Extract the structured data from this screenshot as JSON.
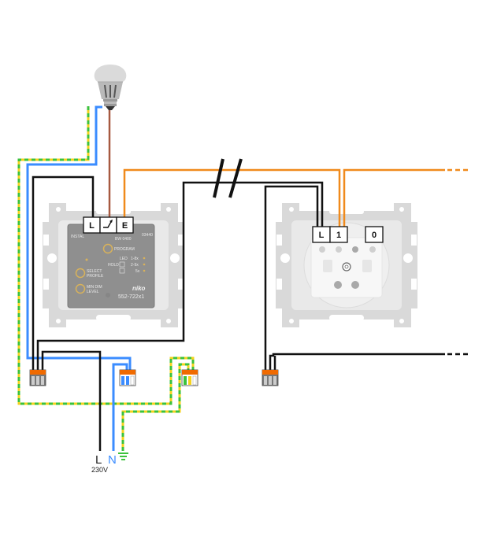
{
  "diagram": {
    "title": "",
    "colors": {
      "live": "#111111",
      "neutral": "#3b8cff",
      "earth_a": "#f5d21e",
      "earth_b": "#3cc23c",
      "switched": "#f08a1c",
      "load": "#b5654a",
      "connector": "#f06a00",
      "frame": "#d8d8d8",
      "module": "#8e8e8e"
    },
    "dimmer": {
      "terminals": [
        "L",
        "↗",
        "E"
      ],
      "terminal_icons": [
        "",
        "dimmer-output-arrow-icon",
        ""
      ],
      "labels": {
        "program": "PROGRAM",
        "select_profile_1": "SELECT",
        "select_profile_2": "PROFILE",
        "min_dim_1": "MIN DIM",
        "min_dim_2": "LEVEL",
        "led": "LED",
        "hold": "HOLD",
        "led_1": "1-8x",
        "led_2": "2-9x",
        "led_3": "5x",
        "brand": "niko",
        "ref": "552-722x1",
        "small_left": "INSTAL",
        "small_mid": "BW 0400",
        "small_right": "03440"
      }
    },
    "extension": {
      "terminals": [
        "L",
        "1",
        "0"
      ]
    },
    "supply": {
      "live": "L",
      "neutral": "N",
      "earth_icon": "earth-ground-icon",
      "voltage": "230V"
    },
    "break_marker": "//",
    "continuation": "- - -"
  }
}
